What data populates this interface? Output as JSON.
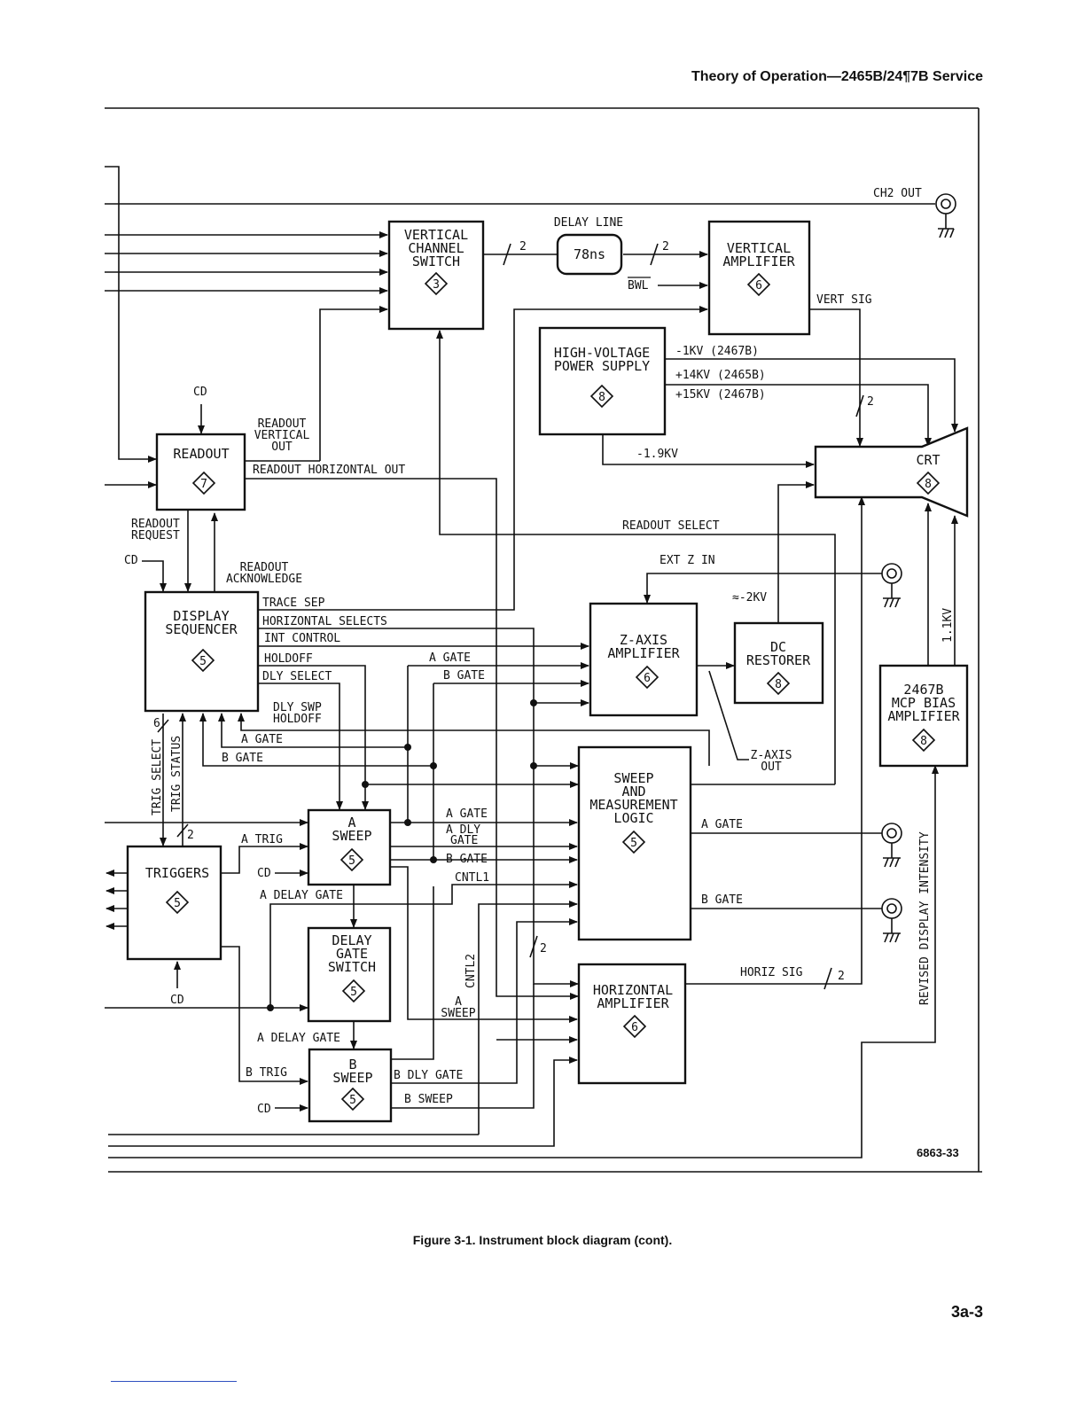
{
  "header": {
    "running_title": "Theory of Operation—2465B/24¶7B Service"
  },
  "caption": "Figure 3-1. Instrument block diagram (cont).",
  "page_number": "3a-3",
  "figure_number": "6863-33",
  "blocks": {
    "vertical_channel_switch": {
      "lines": [
        "VERTICAL",
        "CHANNEL",
        "SWITCH"
      ],
      "ref": "3"
    },
    "delay_line": {
      "label": "DELAY LINE",
      "value": "78ns"
    },
    "vertical_amplifier": {
      "lines": [
        "VERTICAL",
        "AMPLIFIER"
      ],
      "ref": "6"
    },
    "high_voltage_power_supply": {
      "lines": [
        "HIGH-VOLTAGE",
        "POWER SUPPLY"
      ],
      "ref": "8"
    },
    "crt": {
      "lines": [
        "CRT"
      ],
      "ref": "8"
    },
    "readout": {
      "lines": [
        "READOUT"
      ],
      "ref": "7"
    },
    "display_sequencer": {
      "lines": [
        "DISPLAY",
        "SEQUENCER"
      ],
      "ref": "5"
    },
    "z_axis_amplifier": {
      "lines": [
        "Z-AXIS",
        "AMPLIFIER"
      ],
      "ref": "6"
    },
    "dc_restorer": {
      "lines": [
        "DC",
        "RESTORER"
      ],
      "ref": "8"
    },
    "mcp_bias_amplifier": {
      "lines": [
        "2467B",
        "MCP BIAS",
        "AMPLIFIER"
      ],
      "ref": "8"
    },
    "sweep_measurement_logic": {
      "lines": [
        "SWEEP",
        "AND",
        "MEASUREMENT",
        "LOGIC"
      ],
      "ref": "5"
    },
    "a_sweep": {
      "lines": [
        "A",
        "SWEEP"
      ],
      "ref": "5"
    },
    "triggers": {
      "lines": [
        "TRIGGERS"
      ],
      "ref": "5"
    },
    "delay_gate_switch": {
      "lines": [
        "DELAY",
        "GATE",
        "SWITCH"
      ],
      "ref": "5"
    },
    "b_sweep": {
      "lines": [
        "B",
        "SWEEP"
      ],
      "ref": "5"
    },
    "horizontal_amplifier": {
      "lines": [
        "HORIZONTAL",
        "AMPLIFIER"
      ],
      "ref": "6"
    }
  },
  "signals": {
    "ch2_out": "CH2 OUT",
    "bus2": "2",
    "bwl": "BWL",
    "vert_sig": "VERT SIG",
    "minus_1kv": "-1KV  (2467B)",
    "plus_14kv": "+14KV  (2465B)",
    "plus_15kv": "+15KV  (2467B)",
    "minus_1_9kv": "-1.9KV",
    "cd": "CD",
    "readout_vertical_out": [
      "READOUT",
      "VERTICAL",
      "OUT"
    ],
    "readout_horizontal_out": "READOUT HORIZONTAL OUT",
    "readout_request": [
      "READOUT",
      "REQUEST"
    ],
    "readout_acknowledge": [
      "READOUT",
      "ACKNOWLEDGE"
    ],
    "readout_select": "READOUT SELECT",
    "ext_z_in": "EXT Z IN",
    "approx_2kv": "≈-2KV",
    "trace_sep": "TRACE SEP",
    "horizontal_selects": "HORIZONTAL SELECTS",
    "int_control": "INT CONTROL",
    "holdoff": "HOLDOFF",
    "dly_select": "DLY SELECT",
    "dly_swp_holdoff": [
      "DLY SWP",
      "HOLDOFF"
    ],
    "a_gate": "A GATE",
    "b_gate": "B GATE",
    "trig_select": "TRIG SELECT",
    "trig_status": "TRIG STATUS",
    "bus6": "6",
    "z_axis_out": [
      "Z-AXIS",
      "OUT"
    ],
    "one_1kv": "1.1KV",
    "a_trig": "A TRIG",
    "a_dly_gate": [
      "A DLY",
      "GATE"
    ],
    "cntl1": "CNTL1",
    "cntl2": "CNTL2",
    "a_delay_gate": "A DELAY GATE",
    "a_sweep_sig": [
      "A",
      "SWEEP"
    ],
    "b_trig": "B TRIG",
    "b_dly_gate": "B DLY GATE",
    "b_sweep_sig": "B SWEEP",
    "horiz_sig": "HORIZ SIG",
    "revised_display_intensity": "REVISED DISPLAY INTENSITY"
  },
  "icons": [
    "bnc-connector-icon",
    "ground-icon",
    "diamond-ref-icon",
    "arrowhead-icon"
  ]
}
